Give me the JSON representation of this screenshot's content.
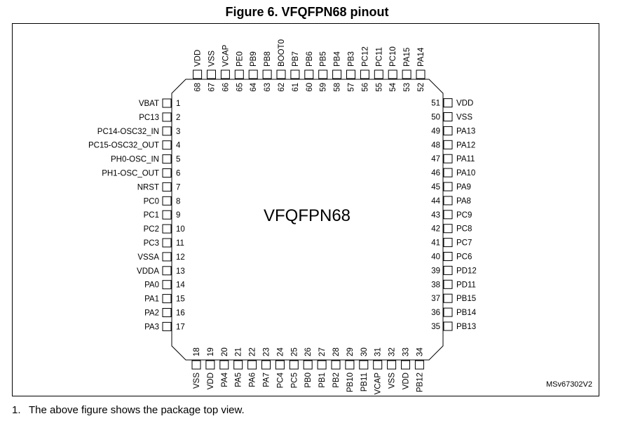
{
  "title": "Figure 6. VFQFPN68 pinout",
  "package_label": "VFQFPN68",
  "reference_code": "MSv67302V2",
  "footnote": {
    "number": "1.",
    "text": "The above figure shows the package top view."
  },
  "pins": {
    "left": [
      "VBAT",
      "PC13",
      "PC14-OSC32_IN",
      "PC15-OSC32_OUT",
      "PH0-OSC_IN",
      "PH1-OSC_OUT",
      "NRST",
      "PC0",
      "PC1",
      "PC2",
      "PC3",
      "VSSA",
      "VDDA",
      "PA0",
      "PA1",
      "PA2",
      "PA3"
    ],
    "bottom": [
      "VSS",
      "VDD",
      "PA4",
      "PA5",
      "PA6",
      "PA7",
      "PC4",
      "PC5",
      "PB0",
      "PB1",
      "PB2",
      "PB10",
      "PB11",
      "VCAP",
      "VSS",
      "VDD",
      "PB12"
    ],
    "right": [
      "PB13",
      "PB14",
      "PB15",
      "PD11",
      "PD12",
      "PC6",
      "PC7",
      "PC8",
      "PC9",
      "PA8",
      "PA9",
      "PA10",
      "PA11",
      "PA12",
      "PA13",
      "VSS",
      "VDD"
    ],
    "top": [
      "PA14",
      "PA15",
      "PC10",
      "PC11",
      "PC12",
      "PB3",
      "PB4",
      "PB5",
      "PB6",
      "PB7",
      "BOOT0",
      "PB8",
      "PB9",
      "PE0",
      "VCAP",
      "VSS",
      "VDD"
    ]
  },
  "pin_numbers": {
    "left": [
      "1",
      "2",
      "3",
      "4",
      "5",
      "6",
      "7",
      "8",
      "9",
      "10",
      "11",
      "12",
      "13",
      "14",
      "15",
      "16",
      "17"
    ],
    "bottom": [
      "18",
      "19",
      "20",
      "21",
      "22",
      "23",
      "24",
      "25",
      "26",
      "27",
      "28",
      "29",
      "30",
      "31",
      "32",
      "33",
      "34"
    ],
    "right": [
      "35",
      "36",
      "37",
      "38",
      "39",
      "40",
      "41",
      "42",
      "43",
      "44",
      "45",
      "46",
      "47",
      "48",
      "49",
      "50",
      "51"
    ],
    "top": [
      "52",
      "53",
      "54",
      "55",
      "56",
      "57",
      "58",
      "59",
      "60",
      "61",
      "62",
      "63",
      "64",
      "65",
      "66",
      "67",
      "68"
    ]
  }
}
